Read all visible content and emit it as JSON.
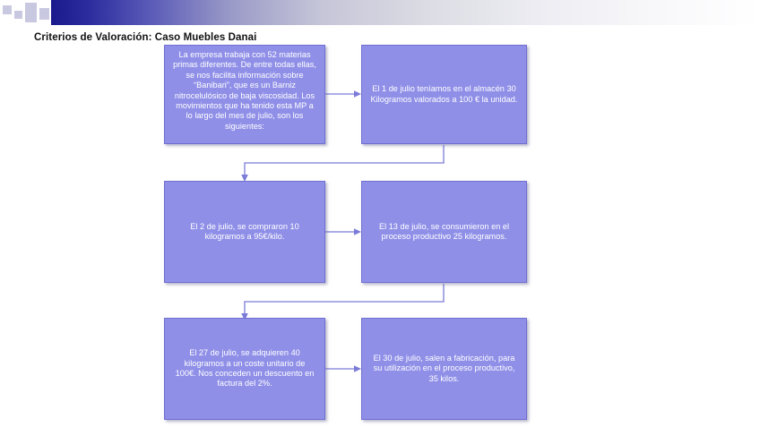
{
  "slide": {
    "title": "Criterios de Valoración: Caso Muebles Danai"
  },
  "banner": {
    "accent_dark": "#1a1a8c",
    "accent_light": "#ffffff",
    "square_color": "#c8c8e0"
  },
  "diagram": {
    "box_fill": "#8f8fe8",
    "box_border": "#6f6fd0",
    "arrow_color": "#7b7bd8",
    "nodes": [
      {
        "id": "node-1",
        "text": "La empresa trabaja con 52 materias primas diferentes. De entre todas ellas, se nos facilita información sobre “Banibari”, que es un Barniz nitrocelulósico de baja viscosidad. Los movimientos que ha tenido esta MP a lo largo del mes de julio, son los siguientes:"
      },
      {
        "id": "node-2",
        "text": "El 1 de julio teníamos en el almacén 30 Kilogramos valorados a 100 € la unidad."
      },
      {
        "id": "node-3",
        "text": "El 2 de julio, se compraron 10 kilogramos a 95€/kilo."
      },
      {
        "id": "node-4",
        "text": "El 13 de julio, se consumieron en el proceso productivo 25 kilogramos."
      },
      {
        "id": "node-5",
        "text": "El 27 de julio, se adquieren 40 kilogramos a un coste unitario de 100€. Nos conceden un descuento en factura del 2%."
      },
      {
        "id": "node-6",
        "text": "El 30 de julio, salen a fabricación, para su utilización en el proceso productivo, 35 kilos."
      }
    ]
  }
}
